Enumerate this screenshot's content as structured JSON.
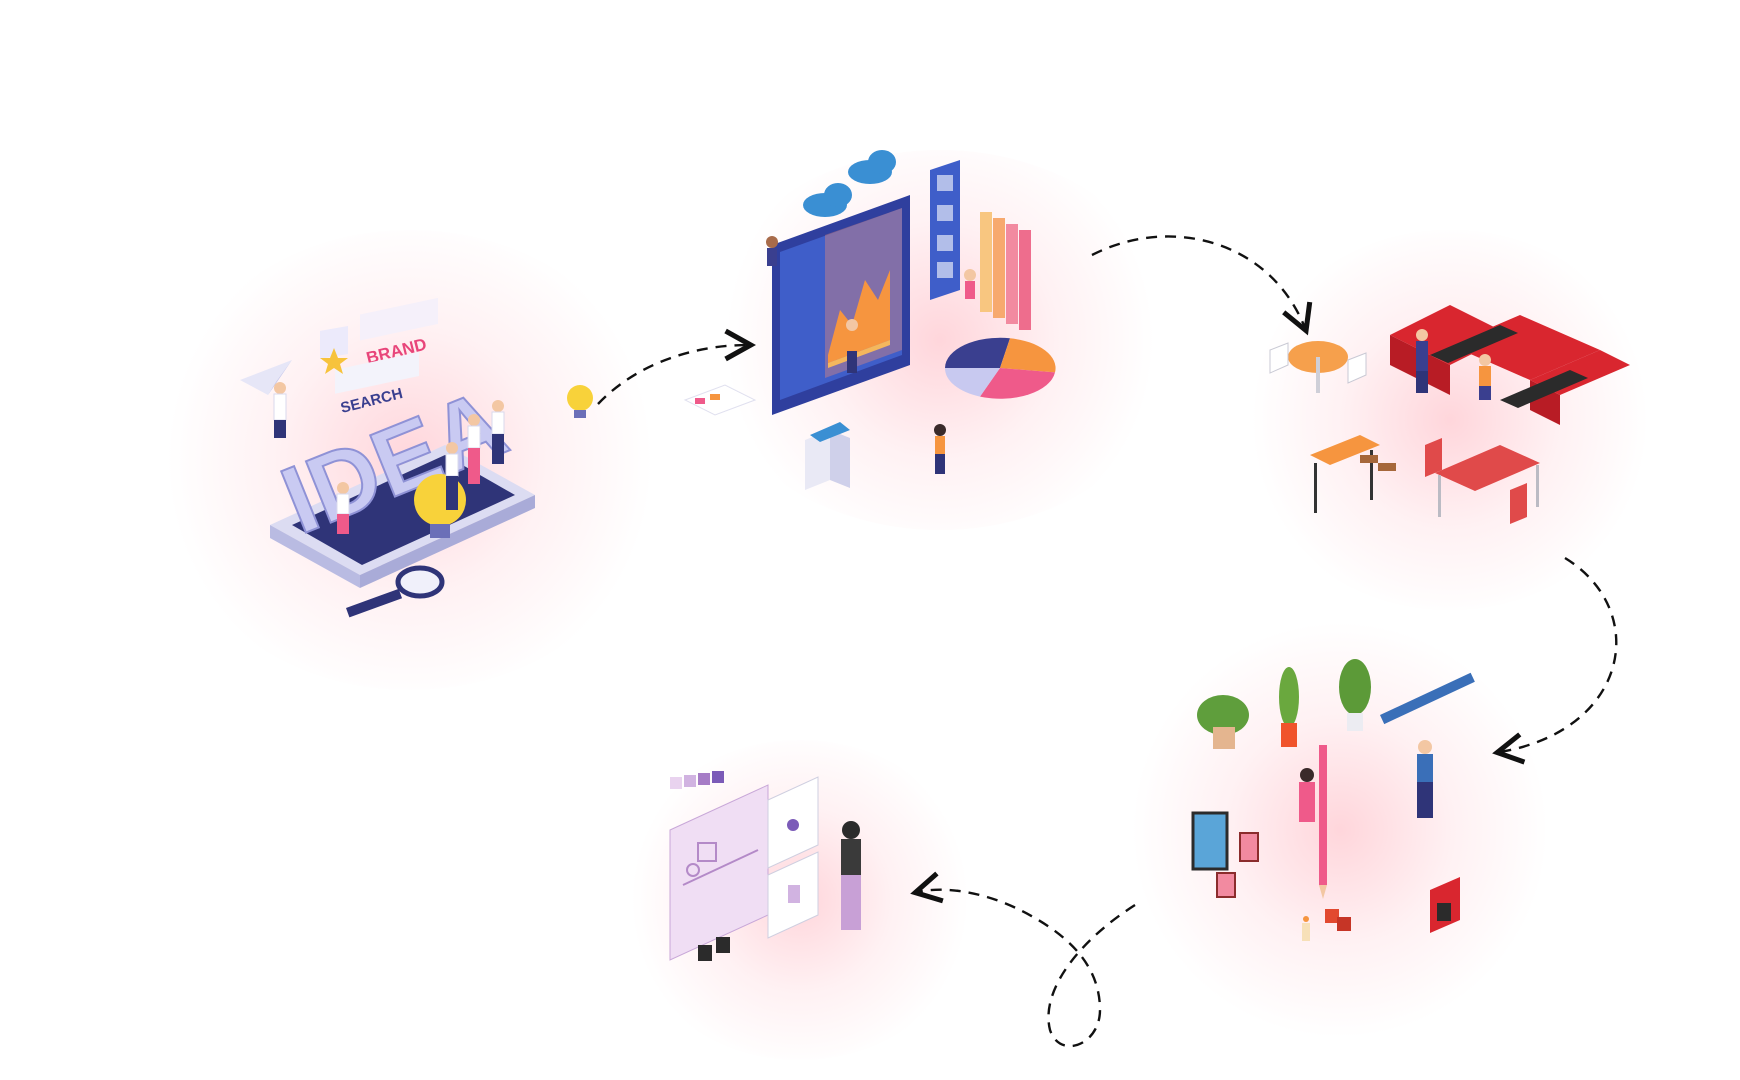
{
  "scenes": {
    "idea": {
      "words": {
        "brand": "BRAND",
        "search": "SEARCH",
        "idea": "IDEA"
      },
      "icons": [
        "star-icon",
        "paper-plane-icon",
        "lightbulb-icon",
        "magnifier-icon",
        "smartphone-icon"
      ]
    },
    "dashboard": {
      "icons": [
        "cloud-icon",
        "browser-window-icon",
        "area-chart-icon",
        "pie-chart-icon",
        "color-swatches-icon",
        "kiosk-icon"
      ]
    },
    "furniture": {
      "icons": [
        "round-table-icon",
        "sofa-icon",
        "bar-stool-icon",
        "dining-table-icon"
      ]
    },
    "decor": {
      "icons": [
        "potted-plant-icon",
        "pencil-icon",
        "picture-frame-icon",
        "candle-icon",
        "fireplace-icon"
      ]
    },
    "drafting": {
      "icons": [
        "blueprint-board-icon",
        "sketch-board-icon",
        "paint-can-icon",
        "color-palette-icon"
      ]
    }
  },
  "colors": {
    "navy": "#3a3f8f",
    "periwinkle": "#c8c9f0",
    "pink": "#ef5a8a",
    "red": "#d9262f",
    "orange": "#f6953f",
    "purple": "#7b5bb8",
    "lilac": "#e9d3ef",
    "teal": "#3aa0d8",
    "glow": "#ffc6cd",
    "dash": "#111111"
  }
}
